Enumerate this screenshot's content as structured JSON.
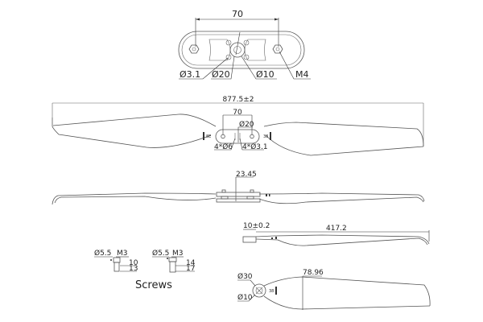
{
  "hub_view": {
    "dim_width": "70",
    "labels": {
      "hole_small": "Ø3.1",
      "center_outer": "Ø20",
      "center_inner": "Ø10",
      "bolt": "M4"
    }
  },
  "top_view": {
    "overall_length": "877.5±2",
    "hub_spacing": "70",
    "center_dia": "Ø20",
    "holes_large": "4*Ø6",
    "holes_small": "4*Ø3.1",
    "blade_mark_left": "8E",
    "blade_mark_right": "38"
  },
  "side_view": {
    "hub_height": "23.45"
  },
  "single_blade_side": {
    "root_offset": "10±0.2",
    "blade_length": "417.2"
  },
  "single_blade_top": {
    "chord": "78.96",
    "root_outer_dia": "Ø30",
    "root_inner_dia": "Ø10",
    "blade_mark": "38"
  },
  "screws": {
    "title": "Screws",
    "items": [
      {
        "head_dia": "Ø5.5",
        "thread": "M3",
        "length_a": "10",
        "length_b": "13"
      },
      {
        "head_dia": "Ø5.5",
        "thread": "M3",
        "length_a": "14",
        "length_b": "17"
      }
    ]
  }
}
